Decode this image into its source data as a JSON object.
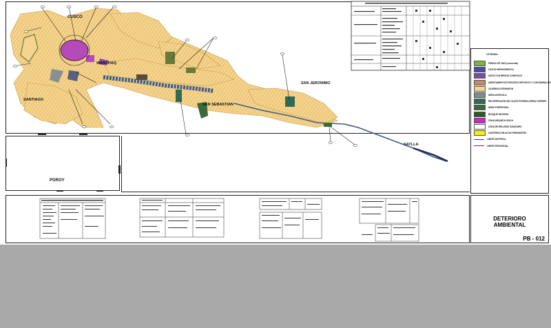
{
  "places": {
    "cusco": "CUSCO",
    "wanchaq": "WANCHAQ",
    "santiago": "SANTIAGO",
    "san_sebastian": "SAN SEBASTIAN",
    "san_jeronimo": "SAN JERONIMO",
    "saylla": "SAYLLA",
    "poroy": "POROY"
  },
  "title_block": {
    "title_line1": "DETERIORO",
    "title_line2": "AMBIENTAL",
    "sheet_code": "PB - 012"
  },
  "legend": {
    "heading": "LEYENDA",
    "items": [
      {
        "color": "#7fb24a",
        "text": "FERIAS DE VIAS (comercial)"
      },
      {
        "color": "#4b4ba6",
        "text": "LECHO HIDROGRAFICO"
      },
      {
        "color": "#7b4aa8",
        "text": "USOS CON RIESGO COMPLEJO"
      },
      {
        "color": "#c58a6a",
        "text": "ASENTAMIENTOS PROCESO DEPOSITO Y CONTAMINACION"
      },
      {
        "color": "#f4d48e",
        "text": "CASERIOS EXPANSION"
      },
      {
        "color": "#7f8a8a",
        "text": "AREA AGRICOLA"
      },
      {
        "color": "#2f6b54",
        "text": "RECUPERACION DE CAUCE RIVERAS AREAS VERDES"
      },
      {
        "color": "#3c6a3c",
        "text": "AREA FORESTADA"
      },
      {
        "color": "#2a5a2a",
        "text": "BOSQUE NATURAL"
      },
      {
        "color": "#d424c8",
        "text": "ZONA ARQUEOLOGICA"
      },
      {
        "color": "#ffffff",
        "text": "ZONA DE RELLENO SANITARIO"
      },
      {
        "color": "#f2f200",
        "text": "CANTERAS EN ALTAS PENDIENTES"
      },
      {
        "color": "#3a3a7a",
        "text": "LIMITE DISTRITAL"
      },
      {
        "color": "#6a2a6a",
        "text": "LIMITE PROVINCIAL"
      }
    ]
  },
  "colors": {
    "urban": "#f4d48e",
    "urban_stroke": "#d9a64e",
    "river": "#3c5c8c",
    "archaeological": "#b54ab9",
    "green": "#2f6b54",
    "olive": "#6b7a3a",
    "gray_block": "#8a9090"
  }
}
